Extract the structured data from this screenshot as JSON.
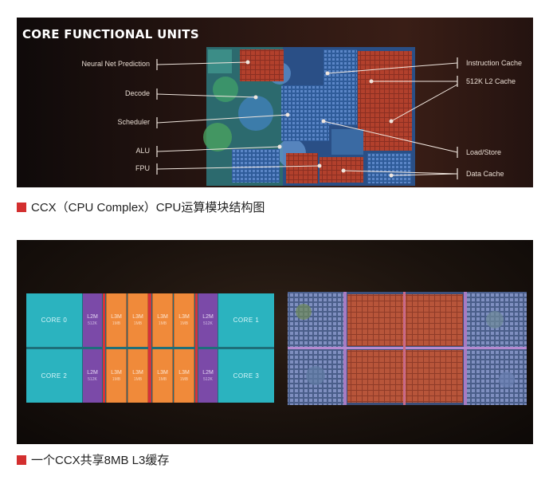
{
  "figure1": {
    "title": "CORE FUNCTIONAL UNITS",
    "labels_left": [
      "Neural Net Prediction",
      "Decode",
      "Scheduler",
      "ALU",
      "FPU"
    ],
    "labels_right": [
      "Instruction Cache",
      "512K L2 Cache",
      "Load/Store",
      "Data Cache"
    ],
    "caption": "CCX（CPU Complex）CPU运算模块结构图"
  },
  "figure2": {
    "cores": [
      "CORE 0",
      "CORE 1",
      "CORE 2",
      "CORE 3"
    ],
    "l2_label": "L2M",
    "l2_size": "512K",
    "l3_label": "L3M",
    "l3_size": "1MB",
    "caption": "一个CCX共享8MB L3缓存"
  },
  "colors": {
    "accent": "#d32f2f",
    "core": "#2bb3bf",
    "l2": "#7b4aa8",
    "l3": "#f08a3a",
    "l3_divider": "#d6323a"
  }
}
